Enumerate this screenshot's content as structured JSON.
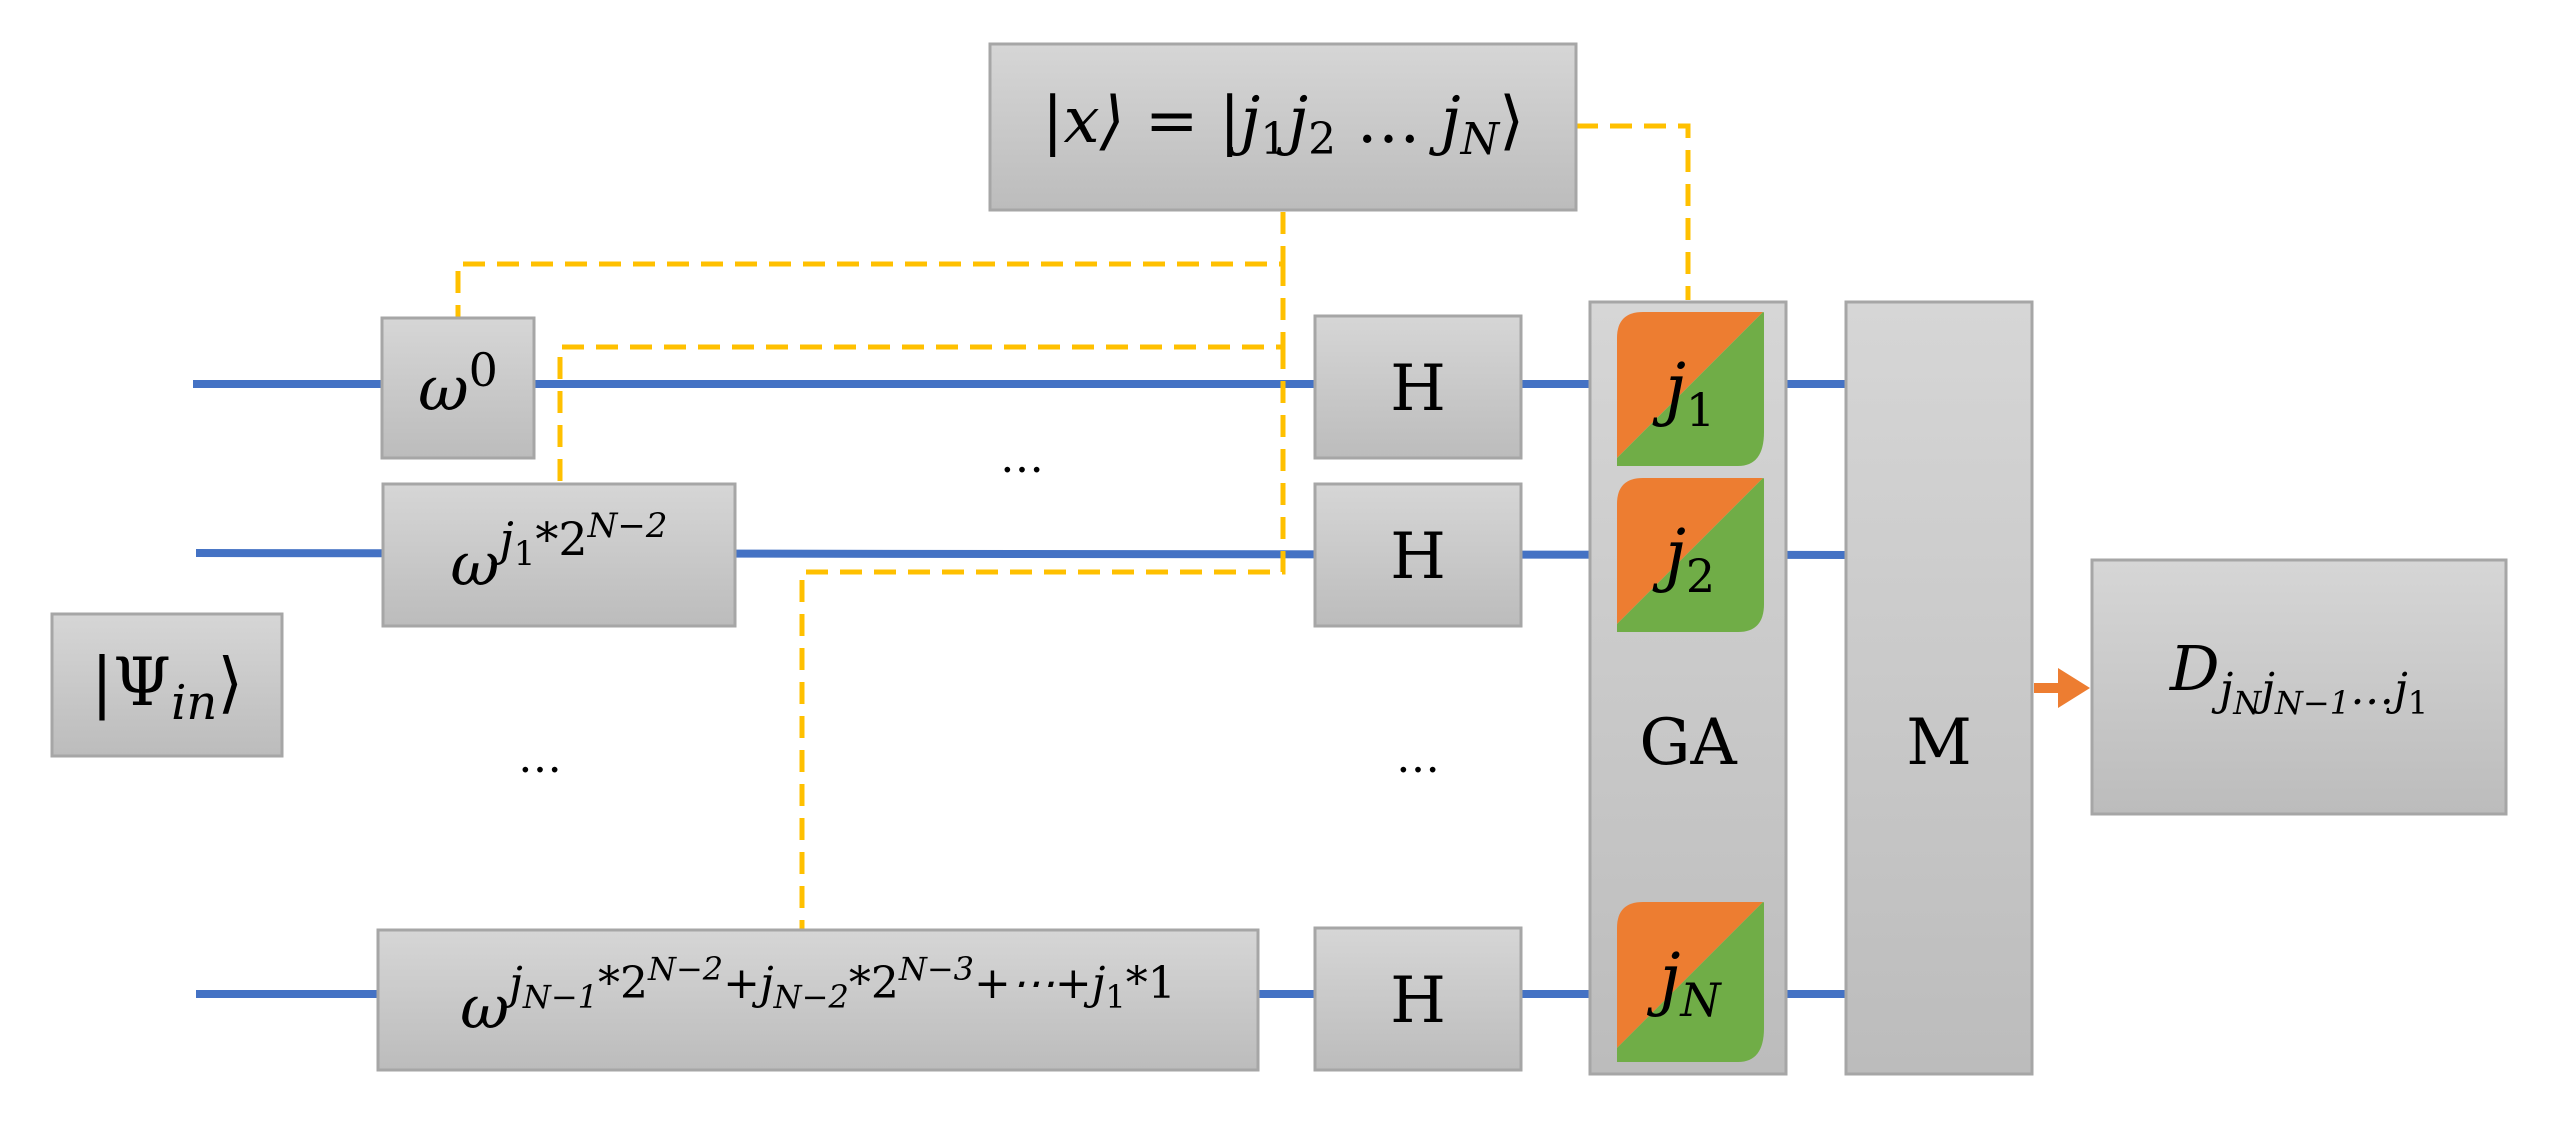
{
  "input_state": {
    "ket_open": "|",
    "symbol": "Ψ",
    "sub": "in",
    "ket_close": "⟩"
  },
  "control_state": {
    "lhs": "|x⟩ = |",
    "j": "j",
    "s1": "1",
    "s2": "2",
    "ellipsis": " … ",
    "sN": "N",
    "close": "⟩"
  },
  "phase_gates": [
    {
      "base": "ω",
      "exp": "0"
    },
    {
      "base": "ω",
      "e1": "j",
      "e1s": "1",
      "e2": "*2",
      "e3": "N−2"
    },
    {
      "base": "ω",
      "e1": "j",
      "e1s": "N−1",
      "e2": "*2",
      "e3": "N−2",
      "e4": "+j",
      "e4s": "N−2",
      "e5": "*2",
      "e6": "N−3",
      "e7": "+⋯+j",
      "e7s": "1",
      "e8": "*1"
    }
  ],
  "hadamard_label": "H",
  "grover_label": "GA",
  "grover_cells": [
    {
      "j": "j",
      "sub": "1"
    },
    {
      "j": "j",
      "sub": "2"
    },
    {
      "j": "j",
      "sub": "N"
    }
  ],
  "measure_label": "M",
  "output": {
    "D": "D",
    "s1": "j",
    "s1s": "N",
    "s2": "j",
    "s2s": "N−1",
    "s3": "…j",
    "s3s": "1"
  },
  "ellipses": {
    "top": "…",
    "left": "…",
    "right": "…"
  },
  "colors": {
    "wire": "#4472c4",
    "control": "#ffc000",
    "box_fill_top": "#d4d4d4",
    "box_fill_bottom": "#bdbdbd",
    "cell_orange": "#ed7d31",
    "cell_green": "#70ad47",
    "arrow": "#ed7d31"
  }
}
